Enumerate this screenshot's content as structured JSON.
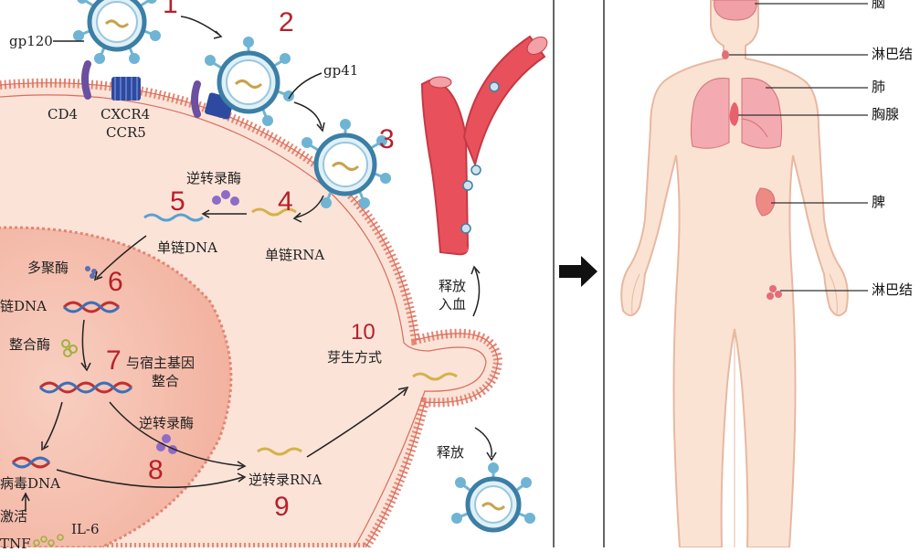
{
  "left_panel": {
    "steps": [
      "1",
      "2",
      "3",
      "4",
      "5",
      "6",
      "7",
      "8",
      "9",
      "10"
    ],
    "labels": {
      "gp120": "gp120",
      "gp41": "gp41",
      "cd4": "CD4",
      "cxcr4": "CXCR4",
      "ccr5": "CCR5",
      "reverse_transcriptase_top": "逆转录酶",
      "single_dna": "单链DNA",
      "single_rna": "单链RNA",
      "polymerase": "多聚酶",
      "double_dna": "链DNA",
      "integrase": "整合酶",
      "integrate_l1": "与宿主基因",
      "integrate_l2": "整合",
      "reverse_transcriptase_mid": "逆转录酶",
      "provirus_dna": "病毒DNA",
      "activate": "激活",
      "il6": "IL-6",
      "tnf": "TNF",
      "reverse_rna": "逆转录RNA",
      "budding": "芽生方式",
      "release_blood_l1": "释放",
      "release_blood_l2": "入血",
      "release": "释放"
    },
    "colors": {
      "cell": "#fbe3d8",
      "nucleus": "#f4b7a6",
      "membrane": "#e58572",
      "virus_ring": "#3c7fa6",
      "spike": "#6fb4d4",
      "number": "#b8202a",
      "vessel": "#e8515c"
    }
  },
  "right_panel": {
    "organs": [
      "脑",
      "淋巴结",
      "肺",
      "胸腺",
      "脾",
      "淋巴结"
    ],
    "colors": {
      "body": "#fbe3d4",
      "outline": "#e8b8a0",
      "organ": "#e7828a"
    }
  },
  "arrow_icon": "right-arrow-icon"
}
